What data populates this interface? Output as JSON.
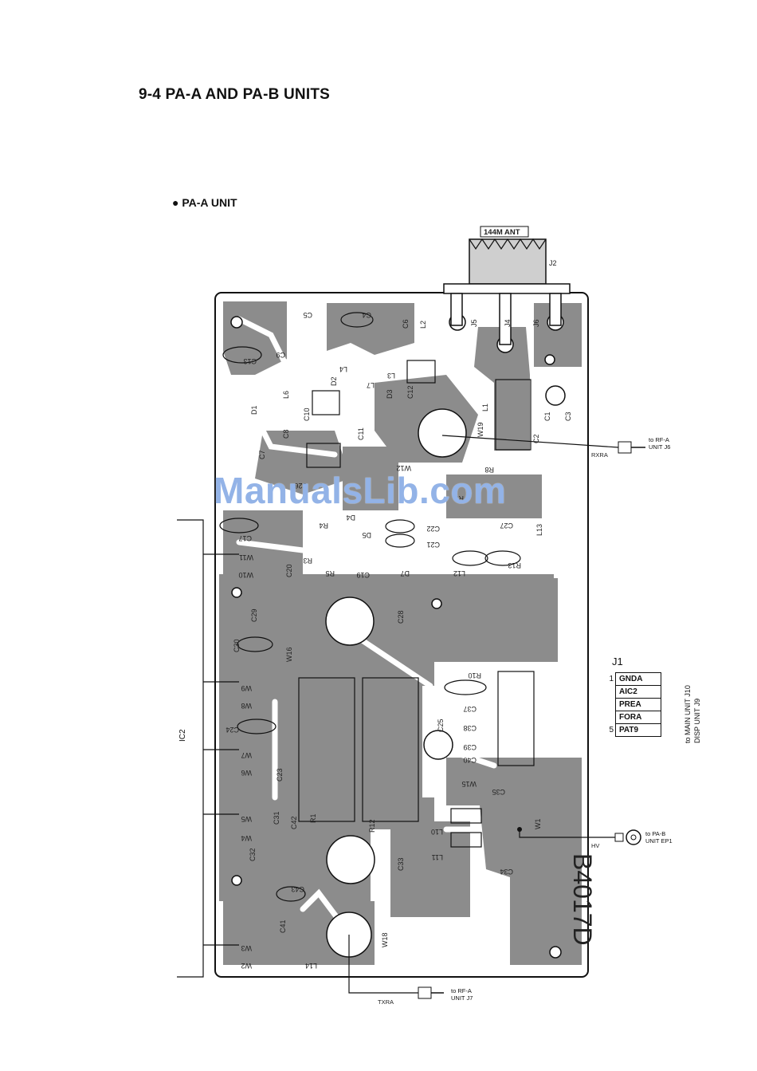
{
  "page": {
    "heading": "9-4 PA-A AND PA-B UNITS",
    "subheading": "● PA-A UNIT",
    "watermark": "ManualsLib.com"
  },
  "connectors": {
    "antenna": "144M ANT",
    "antenna_jack": "J2",
    "rxra_net": "RXRA",
    "rxra_dest_1": "to RF-A",
    "rxra_dest_2": "UNIT J6",
    "txra_net": "TXRA",
    "txra_dest_1": "to RF-A",
    "txra_dest_2": "UNIT J7",
    "hv_net": "HV",
    "hv_dest_1": "to PA-B",
    "hv_dest_2": "UNIT EP1",
    "ic2_label": "IC2"
  },
  "j1": {
    "title": "J1",
    "pins": [
      {
        "pin": "1",
        "signal": "GNDA"
      },
      {
        "pin": "",
        "signal": "AIC2"
      },
      {
        "pin": "",
        "signal": "PREA"
      },
      {
        "pin": "",
        "signal": "FORA"
      },
      {
        "pin": "5",
        "signal": "PAT9"
      }
    ],
    "dest_1": "to MAIN UNIT J10",
    "dest_2": "DISP UNIT J9"
  },
  "board": {
    "part_number": "B4017D",
    "designators": [
      "J5",
      "J4",
      "J6",
      "C5",
      "C4",
      "C6",
      "L2",
      "C13",
      "C9",
      "L4",
      "L3",
      "C12",
      "D1",
      "L6",
      "D2",
      "L7",
      "D3",
      "C10",
      "C11",
      "W19",
      "L1",
      "C1",
      "C3",
      "C2",
      "C8",
      "C7",
      "C26",
      "W12",
      "R8",
      "C22",
      "C21",
      "R9",
      "C27",
      "L13",
      "D4",
      "D5",
      "R4",
      "C17",
      "W11",
      "W10",
      "R3",
      "R5",
      "C19",
      "D7",
      "L12",
      "R13",
      "C20",
      "C29",
      "C28",
      "C30",
      "W16",
      "R10",
      "W9",
      "W8",
      "C24",
      "W7",
      "W6",
      "C25",
      "C37",
      "C38",
      "C39",
      "C40",
      "C23",
      "W15",
      "C35",
      "W5",
      "W4",
      "C31",
      "R1",
      "C42",
      "R12",
      "L10",
      "L11",
      "W1",
      "C32",
      "C33",
      "C34",
      "C43",
      "W3",
      "W2",
      "C41",
      "L14",
      "W18"
    ]
  }
}
